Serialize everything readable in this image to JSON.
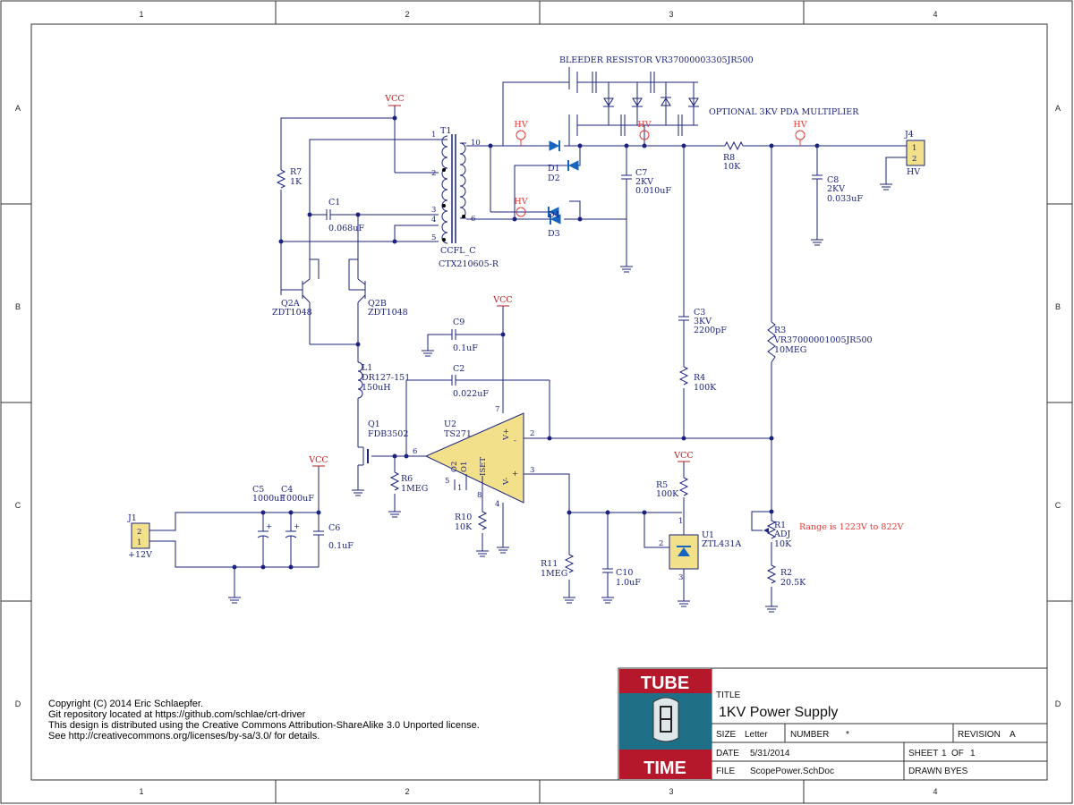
{
  "frame": {
    "col_labels": [
      "1",
      "2",
      "3",
      "4"
    ],
    "row_labels": [
      "A",
      "B",
      "C",
      "D"
    ]
  },
  "components": {
    "t1": {
      "ref": "T1",
      "part": "CCFL_C",
      "mpn": "CTX210605-R",
      "pins": [
        "1",
        "2",
        "3",
        "4",
        "5",
        "10",
        "6"
      ]
    },
    "r7": {
      "ref": "R7",
      "value": "1K"
    },
    "c1": {
      "ref": "C1",
      "value": "0.068uF"
    },
    "q2a": {
      "ref": "Q2A",
      "value": "ZDT1048"
    },
    "q2b": {
      "ref": "Q2B",
      "value": "ZDT1048"
    },
    "l1": {
      "ref": "L1",
      "part": "DR127-151",
      "value": "150uH"
    },
    "q1": {
      "ref": "Q1",
      "value": "FDB3502"
    },
    "r6": {
      "ref": "R6",
      "value": "1MEG"
    },
    "c9": {
      "ref": "C9",
      "value": "0.1uF"
    },
    "c2": {
      "ref": "C2",
      "value": "0.022uF"
    },
    "u2": {
      "ref": "U2",
      "value": "TS271",
      "pins": [
        "6",
        "7",
        "2",
        "3",
        "5",
        "8",
        "4",
        "1"
      ],
      "labels": [
        "O2",
        "O1",
        "ISET",
        "V+",
        "V-",
        "-",
        "+"
      ]
    },
    "r10": {
      "ref": "R10",
      "value": "10K"
    },
    "r11": {
      "ref": "R11",
      "value": "1MEG"
    },
    "c10": {
      "ref": "C10",
      "value": "1.0uF"
    },
    "r5": {
      "ref": "R5",
      "value": "100K"
    },
    "u1": {
      "ref": "U1",
      "value": "ZTL431A",
      "pins": [
        "1",
        "2",
        "3"
      ]
    },
    "d1": {
      "ref": "D1"
    },
    "d2": {
      "ref": "D2"
    },
    "d3": {
      "ref": "D3"
    },
    "d4": {
      "ref": "D4"
    },
    "c7": {
      "ref": "C7",
      "rating": "2KV",
      "value": "0.010uF"
    },
    "c3": {
      "ref": "C3",
      "rating": "3KV",
      "value": "2200pF"
    },
    "r4": {
      "ref": "R4",
      "value": "100K"
    },
    "r8": {
      "ref": "R8",
      "value": "10K"
    },
    "c8": {
      "ref": "C8",
      "rating": "2KV",
      "value": "0.033uF"
    },
    "j4": {
      "ref": "J4",
      "value": "HV",
      "pins": [
        "1",
        "2"
      ]
    },
    "r3": {
      "ref": "R3",
      "part": "VR37000001005JR500",
      "value": "10MEG"
    },
    "r1": {
      "ref": "R1",
      "part": "ADJ",
      "value": "10K"
    },
    "r2": {
      "ref": "R2",
      "value": "20.5K"
    },
    "c5": {
      "ref": "C5",
      "value": "1000uF"
    },
    "c4": {
      "ref": "C4",
      "value": "1000uF"
    },
    "c6": {
      "ref": "C6",
      "value": "0.1uF"
    },
    "j1": {
      "ref": "J1",
      "value": "+12V",
      "pins": [
        "2",
        "1"
      ]
    }
  },
  "nets": {
    "vcc": "VCC",
    "hv": "HV"
  },
  "annotations": {
    "bleeder": "BLEEDER RESISTOR VR37000003305JR500",
    "multiplier": "OPTIONAL 3KV PDA MULTIPLIER",
    "range": "Range is 1223V to 822V"
  },
  "copyright": [
    "Copyright (C) 2014 Eric Schlaepfer.",
    "Git repository located at https://github.com/schlae/crt-driver",
    "This design is distributed using the Creative Commons Attribution-ShareAlike 3.0 Unported license.",
    "See http://creativecommons.org/licenses/by-sa/3.0/ for details."
  ],
  "logo": {
    "top": "TUBE",
    "bottom": "TIME",
    "colors": {
      "red": "#b5172b",
      "teal": "#1f6f86"
    }
  },
  "title_block": {
    "title_label": "TITLE",
    "title": "1KV Power Supply",
    "size_label": "SIZE",
    "size": "Letter",
    "number_label": "NUMBER",
    "number": "*",
    "revision_label": "REVISION",
    "revision": "A",
    "date_label": "DATE",
    "date": "5/31/2014",
    "sheet_label": "SHEET",
    "sheet": "1",
    "of_label": "OF",
    "sheets": "1",
    "file_label": "FILE",
    "file": "ScopePower.SchDoc",
    "drawn_label": "DRAWN BY",
    "drawn": "ES"
  },
  "colors": {
    "wire": "#1a237e",
    "frame": "#333333",
    "hv": "#e53935",
    "body": "#f3e08a"
  }
}
